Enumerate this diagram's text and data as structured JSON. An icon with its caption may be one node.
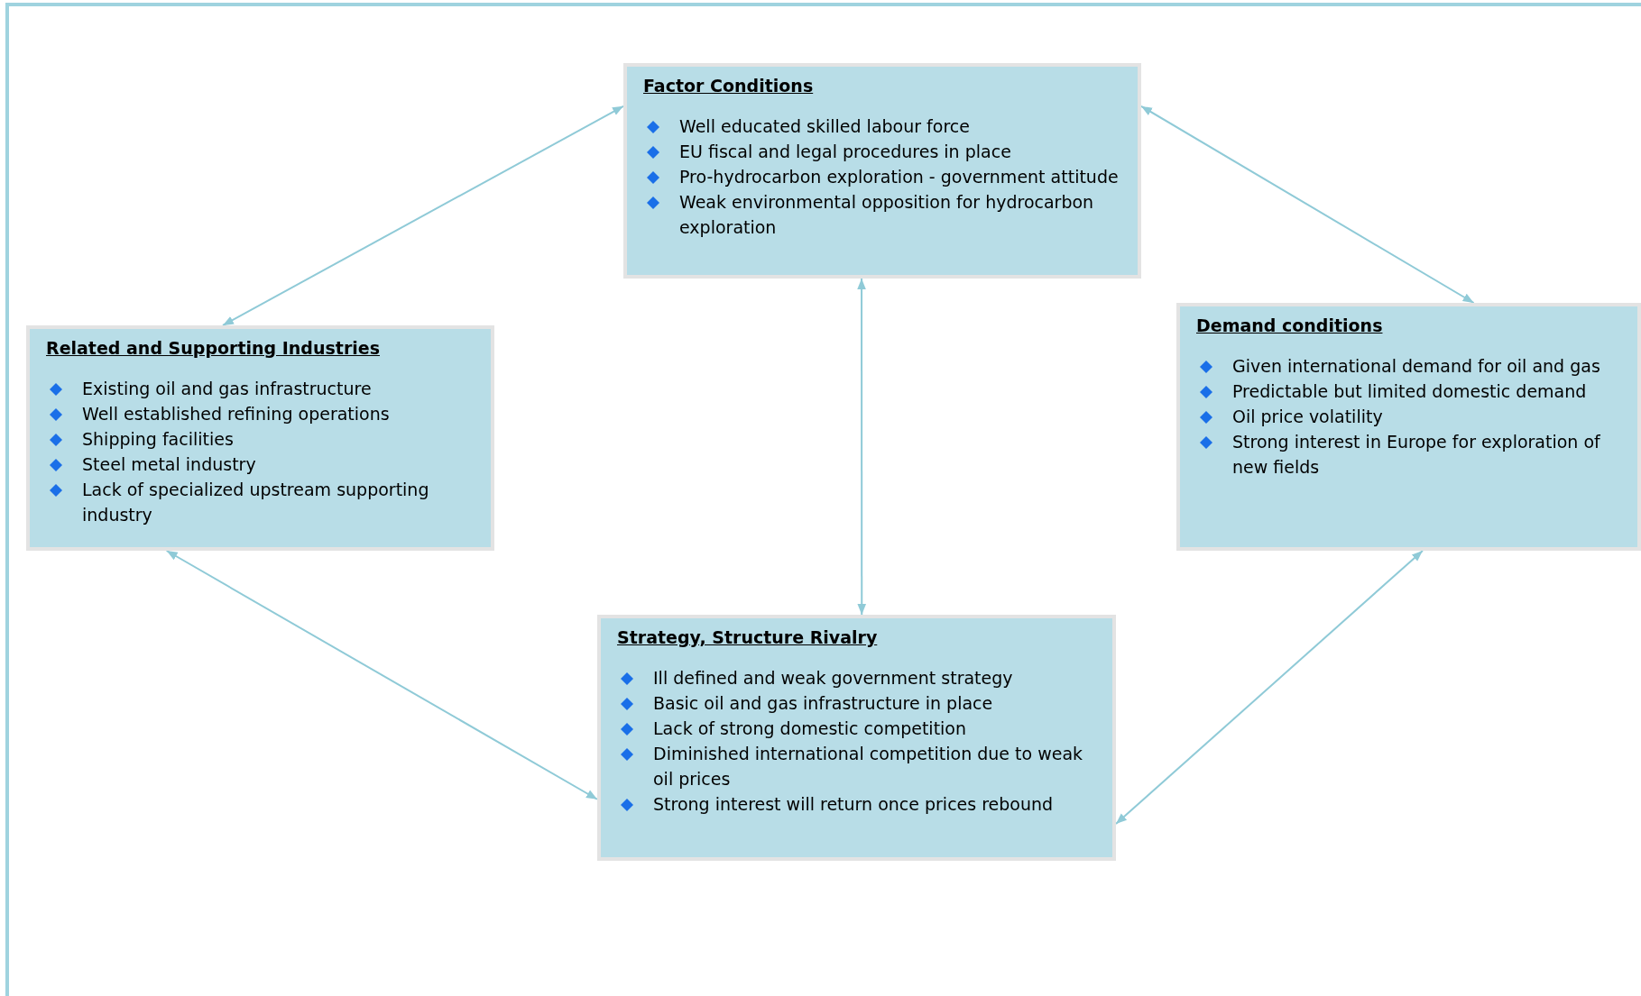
{
  "diagram": {
    "nodes": [
      {
        "text": [
          "Factor Conditions",
          "Well educated skilled labour force",
          "EU fiscal and legal procedures in place",
          "Pro-hydrocarbon exploration - government attitude",
          "Weak environmental opposition for hydrocarbon exploration"
        ]
      },
      {
        "text": [
          "Related and Supporting Industries",
          "Existing oil and gas infrastructure",
          "Well established refining operations",
          "Shipping facilities",
          "Steel metal industry",
          "Lack of specialized upstream supporting industry"
        ]
      },
      {
        "text": [
          "Demand conditions",
          "Given international demand for oil and gas",
          "Predictable but limited domestic demand",
          "Oil price volatility",
          "Strong interest in Europe for exploration of new fields"
        ]
      },
      {
        "text": [
          "Strategy, Structure Rivalry",
          "Ill defined and weak government strategy",
          "Basic oil and gas infrastructure in place",
          "Lack of strong domestic competition",
          "Diminished international competition due to weak oil prices",
          "Strong interest will return once prices rebound"
        ]
      }
    ],
    "edges": [
      {
        "from": 0,
        "to": 1,
        "arrow": "both"
      },
      {
        "from": 0,
        "to": 2,
        "arrow": "both"
      },
      {
        "from": 0,
        "to": 3,
        "arrow": "both"
      },
      {
        "from": 1,
        "to": 3,
        "arrow": "both"
      },
      {
        "from": 2,
        "to": 3,
        "arrow": "both"
      }
    ]
  }
}
